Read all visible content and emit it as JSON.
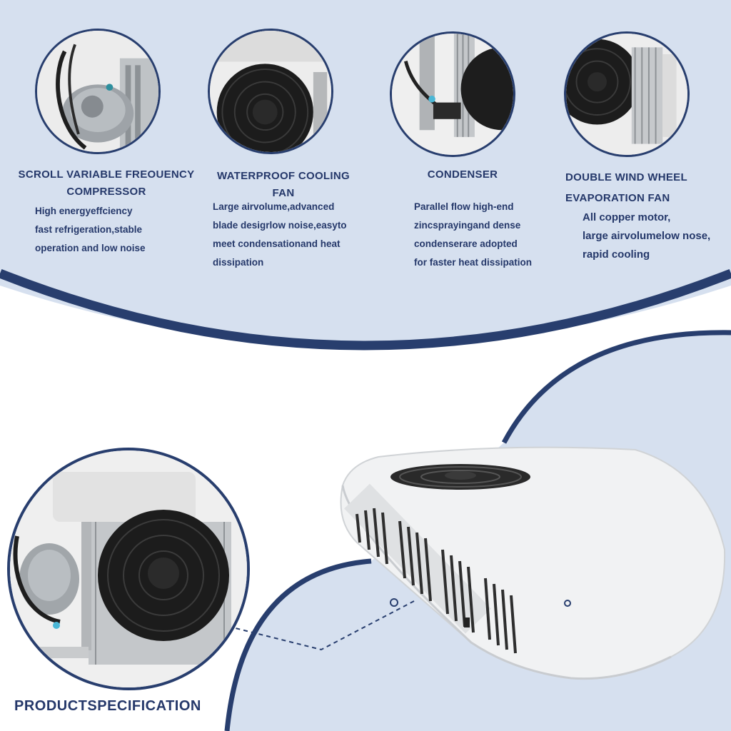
{
  "colors": {
    "navy": "#283e6e",
    "light_blue": "#d6e0ef",
    "text": "#25386a"
  },
  "features": [
    {
      "title_lines": [
        "SCROLL VARIABLE FREOUENCY",
        "COMPRESSOR"
      ],
      "desc_lines": [
        "High energyeffciency",
        "fast refrigeration,stable",
        "operation and low noise"
      ],
      "icon": "compressor-icon"
    },
    {
      "title_lines": [
        "WATERPROOF COOLING",
        "FAN"
      ],
      "desc_lines": [
        "Large airvolume,advanced",
        "blade desigrlow noise,easyto",
        "meet condensationand heat",
        "dissipation"
      ],
      "icon": "cooling-fan-icon"
    },
    {
      "title_lines": [
        "CONDENSER"
      ],
      "desc_lines": [
        "Parallel flow high-end",
        "zincsprayingand dense",
        "condenserare adopted",
        "for faster heat dissipation"
      ],
      "icon": "condenser-icon"
    },
    {
      "title_lines": [
        "DOUBLE WIND WHEEL",
        "EVAPORATION FAN"
      ],
      "desc_lines": [
        "All copper motor,",
        "large airvolumelow nose,",
        "rapid cooling"
      ],
      "icon": "evaporation-fan-icon"
    }
  ],
  "product": {
    "title": "PRODUCTSPECIFICATION",
    "image": "air-conditioner-unit-image",
    "detail_image": "internal-components-image"
  }
}
